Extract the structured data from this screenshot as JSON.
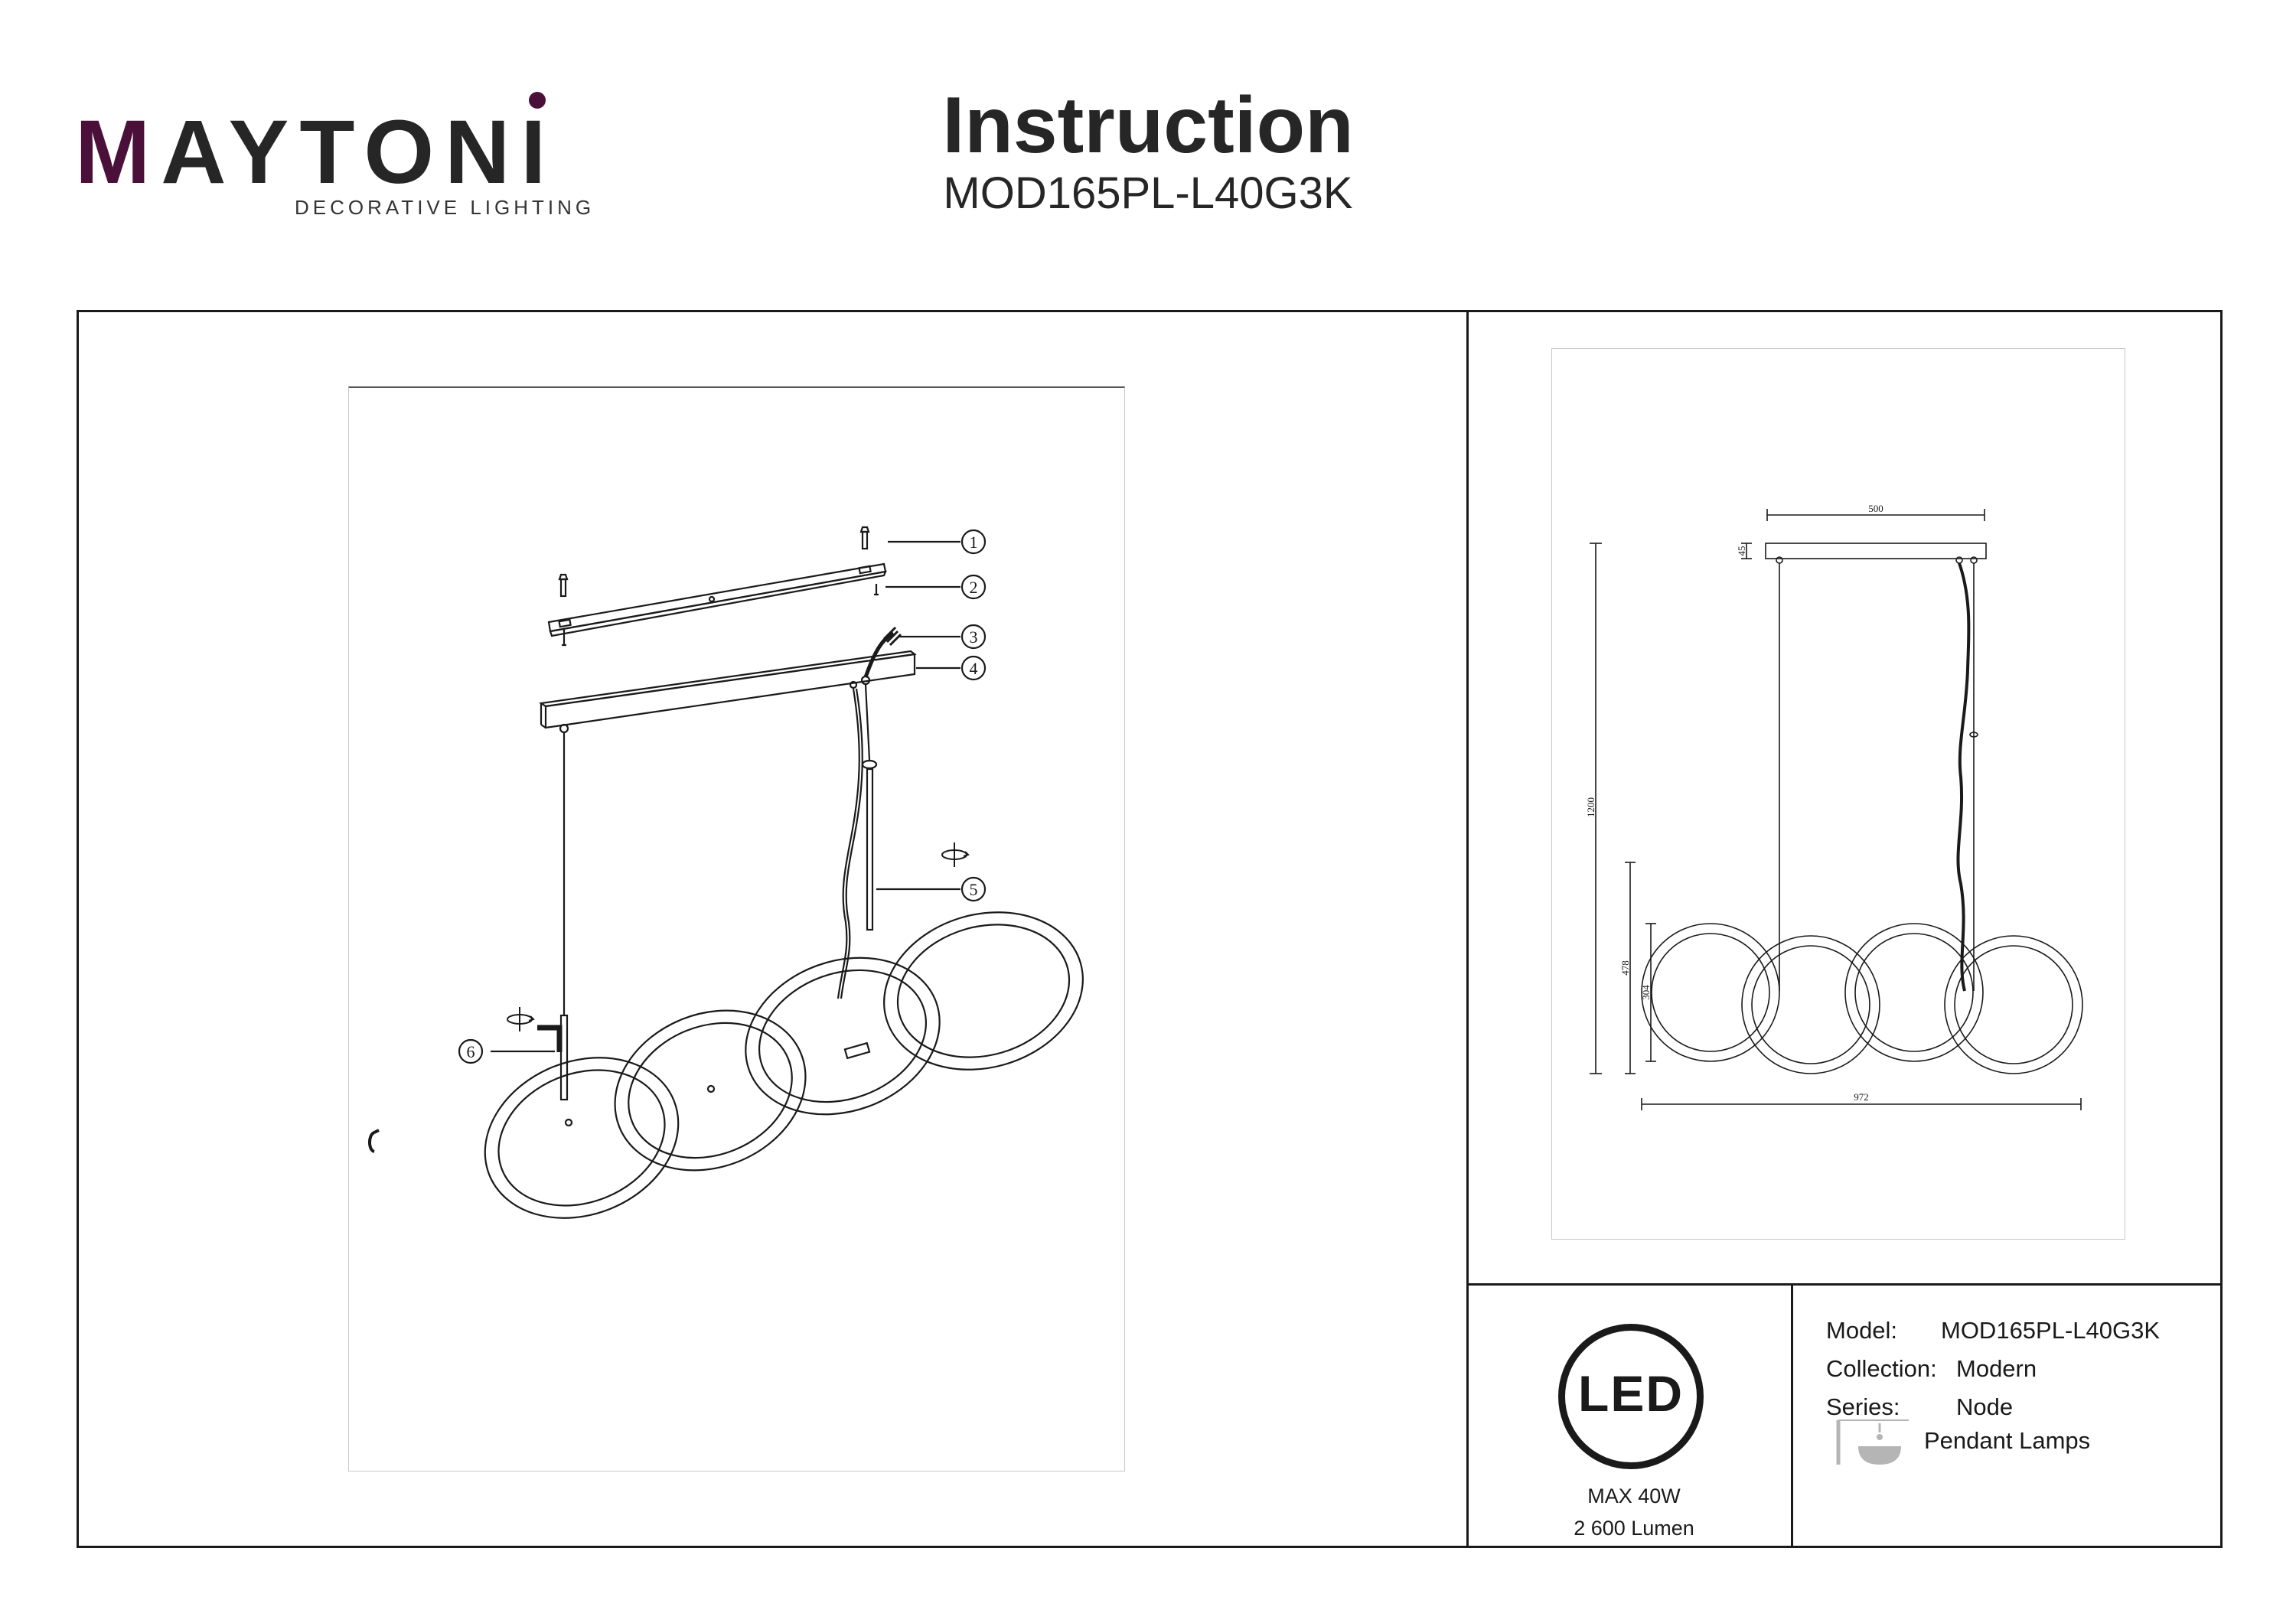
{
  "brand": {
    "name_rest": "AYTONI",
    "name_first": "M",
    "tagline": "DECORATIVE LIGHTING"
  },
  "header": {
    "title": "Instruction",
    "model": "MOD165PL-L40G3K"
  },
  "assembly": {
    "callouts": [
      "1",
      "2",
      "3",
      "4",
      "5",
      "6"
    ]
  },
  "dimensions": {
    "canopy_length": "500",
    "canopy_height": "45",
    "total_height": "1200",
    "ring_block_height": "478",
    "ring_diameter": "304",
    "total_width": "972"
  },
  "badge": {
    "led": "LED",
    "max_power": "MAX 40W",
    "lumen": "2 600 Lumen"
  },
  "specs": {
    "model_label": "Model:",
    "model_value": "MOD165PL-L40G3K",
    "collection_label": "Collection:",
    "collection_value": "Modern",
    "series_label": "Series:",
    "series_value": "Node",
    "type_value": "Pendant Lamps"
  },
  "colors": {
    "brand_accent": "#4b1039",
    "line": "#1a1a1a"
  },
  "icons": [
    "rotate-icon",
    "hex-key-icon",
    "hook-icon",
    "pendant-lamp-icon"
  ]
}
